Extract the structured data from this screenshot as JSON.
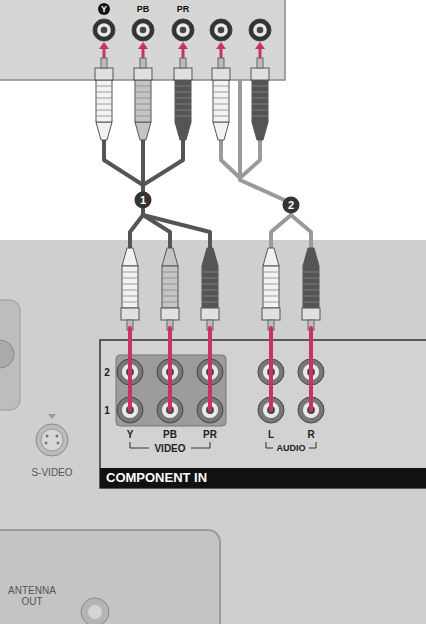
{
  "diagram": {
    "nodes": [
      {
        "text": [
          "Y",
          "PB",
          "PR"
        ]
      },
      {
        "text": [
          "COMPONENT IN"
        ]
      }
    ],
    "edges": [
      {
        "from": 0,
        "to": 1,
        "arrow": "none",
        "label": "1"
      },
      {
        "from": 0,
        "to": 1,
        "arrow": "none",
        "label": "2"
      }
    ],
    "labels": [
      "2",
      "1",
      "Y",
      "PB",
      "PR",
      "VIDEO",
      "L",
      "R",
      "AUDIO",
      "S-VIDEO",
      "ANTENNA OUT"
    ]
  }
}
